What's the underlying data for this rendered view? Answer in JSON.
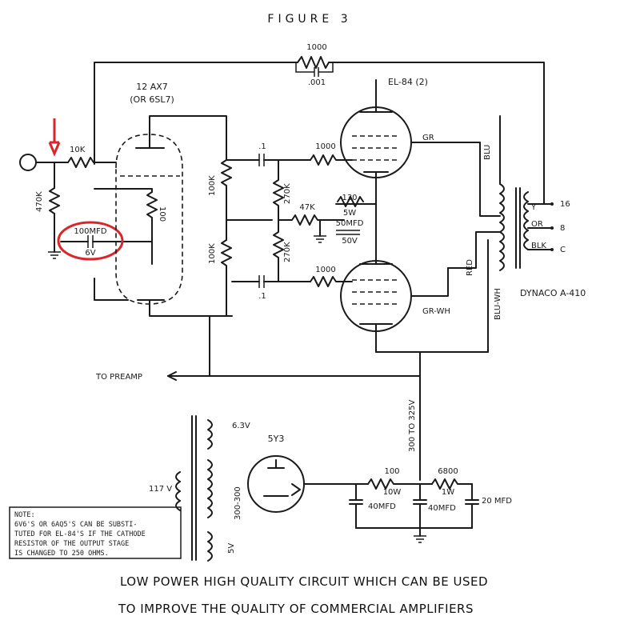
{
  "figure_title": "FIGURE 3",
  "caption_line1": "LOW POWER HIGH QUALITY CIRCUIT WHICH CAN BE USED",
  "caption_line2": "TO IMPROVE THE QUALITY OF COMMERCIAL AMPLIFIERS",
  "tubes": {
    "preamp_name": "12 AX7",
    "preamp_alt": "(OR 6SL7)",
    "output_name": "EL-84 (2)",
    "rectifier_name": "5Y3"
  },
  "components": {
    "fb_res": "1000",
    "fb_cap": ".001",
    "in_res": "10K",
    "grid_res": "470K",
    "cath_cap": "100MFD",
    "cath_cap_v": "6V",
    "cath_res": "100",
    "plate_res1": "100K",
    "plate_res2": "100K",
    "coup_cap1": ".1",
    "coup_cap2": ".1",
    "grid_res1": "270K",
    "grid_res2": "270K",
    "stop_res1": "1000",
    "stop_res2": "1000",
    "bias_res": "47K",
    "cath_out_res": "130",
    "cath_out_res_w": "5W",
    "cath_out_cap": "50MFD",
    "cath_out_cap_v": "50V",
    "filter_res1": "100",
    "filter_res1_w": "10W",
    "filter_res2": "6800",
    "filter_res2_w": "1W",
    "filter_cap1": "40MFD",
    "filter_cap2": "40MFD",
    "filter_cap3": "20 MFD"
  },
  "transformer": {
    "name": "DYNACO A-410",
    "tap_16": "16",
    "tap_y": "Y",
    "tap_or": "OR",
    "tap_8": "8",
    "tap_blk": "BLK",
    "tap_c": "C",
    "wire_blu": "BLU",
    "wire_red": "RED",
    "wire_bluwh": "BLU-WH"
  },
  "wires": {
    "gr": "GR",
    "grwh": "GR-WH"
  },
  "power": {
    "to_preamp": "TO PREAMP",
    "b_plus": "300 TO 325V",
    "mains": "117 V",
    "fil_63": "6.3V",
    "hv": "300-300",
    "fil_5v": "5V"
  },
  "note": {
    "title": "NOTE:",
    "line1": "6V6'S OR 6AQ5'S CAN BE SUBSTI-",
    "line2": "TUTED FOR EL-84'S IF THE CATHODE",
    "line3": "RESISTOR OF THE OUTPUT STAGE",
    "line4": "IS CHANGED TO 250 OHMS."
  },
  "annotation_colors": {
    "highlight": "#d9262c"
  }
}
